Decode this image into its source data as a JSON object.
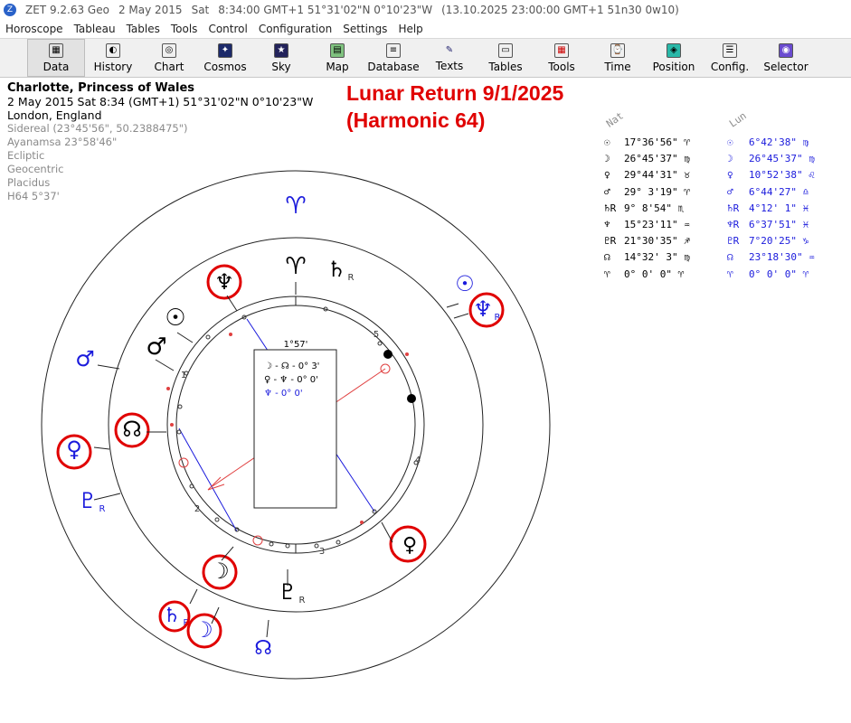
{
  "titlebar": {
    "app": "ZET 9.2.63 Geo",
    "date": "2 May 2015",
    "day": "Sat",
    "time_coords": "8:34:00 GMT+1 51°31'02\"N  0°10'23\"W",
    "extra": "(13.10.2025  23:00:00 GMT+1 51n30 0w10)"
  },
  "menu": [
    "Horoscope",
    "Tableau",
    "Tables",
    "Tools",
    "Control",
    "Configuration",
    "Settings",
    "Help"
  ],
  "toolbar": [
    {
      "label": "Data",
      "icon": "data-icon"
    },
    {
      "label": "History",
      "icon": "history-icon"
    },
    {
      "label": "Chart",
      "icon": "chart-icon"
    },
    {
      "label": "Cosmos",
      "icon": "cosmos-icon"
    },
    {
      "label": "Sky",
      "icon": "sky-icon"
    },
    {
      "label": "Map",
      "icon": "map-icon"
    },
    {
      "label": "Database",
      "icon": "database-icon"
    },
    {
      "label": "Texts",
      "icon": "texts-icon"
    },
    {
      "label": "Tables",
      "icon": "tables-icon"
    },
    {
      "label": "Tools",
      "icon": "tools-icon"
    },
    {
      "label": "Time",
      "icon": "time-icon"
    },
    {
      "label": "Position",
      "icon": "position-icon"
    },
    {
      "label": "Config.",
      "icon": "config-icon"
    },
    {
      "label": "Selector",
      "icon": "selector-icon"
    }
  ],
  "info": {
    "name": "Charlotte, Princess of Wales",
    "datetime": "2 May 2015  Sat   8:34 (GMT+1) 51°31'02\"N  0°10'23\"W",
    "place": "London, England",
    "sidereal": "Sidereal (23°45'56\", 50.2388475\")",
    "ayanamsa": "Ayanamsa 23°58'46\"",
    "ecliptic": "Ecliptic",
    "geocentric": "Geocentric",
    "placidus": "Placidus",
    "harmonic": "H64   5°37'"
  },
  "title": {
    "line1": "Lunar Return 9/1/2025",
    "line2": "(Harmonic 64)"
  },
  "table": {
    "header_nat": "Nat",
    "header_lun": "Lun",
    "rows": [
      {
        "glyph": "☉",
        "nat": "17°36'56\" ♈",
        "lun_glyph": "☉",
        "lun": "6°42'38\" ♍"
      },
      {
        "glyph": "☽",
        "nat": "26°45'37\" ♍",
        "lun_glyph": "☽",
        "lun": "26°45'37\" ♍"
      },
      {
        "glyph": "♀",
        "nat": "29°44'31\" ♉",
        "lun_glyph": "♀",
        "lun": "10°52'38\" ♌"
      },
      {
        "glyph": "♂",
        "nat": "29° 3'19\" ♈",
        "lun_glyph": "♂",
        "lun": "6°44'27\" ♎"
      },
      {
        "glyph": "♄R",
        "nat": "9° 8'54\" ♏",
        "lun_glyph": "♄R",
        "lun": "4°12' 1\" ♓"
      },
      {
        "glyph": "♆",
        "nat": "15°23'11\" ♒",
        "lun_glyph": "♆R",
        "lun": "6°37'51\" ♓"
      },
      {
        "glyph": "♇R",
        "nat": "21°30'35\" ♐",
        "lun_glyph": "♇R",
        "lun": "7°20'25\" ♑"
      },
      {
        "glyph": "☊",
        "nat": "14°32' 3\" ♍",
        "lun_glyph": "☊",
        "lun": "23°18'30\" ♒"
      },
      {
        "glyph": "♈",
        "nat": "0° 0' 0\" ♈",
        "lun_glyph": "♈",
        "lun": "0° 0' 0\" ♈"
      }
    ]
  },
  "wheel": {
    "aspect_box": {
      "angle": "1°57'",
      "lines": [
        "☽ - ☊ - 0° 3'",
        "♀ - ♆ - 0° 0'",
        "♆ - 0° 0'"
      ]
    },
    "house_numbers": [
      "1",
      "2",
      "3",
      "4",
      "5"
    ],
    "outer_glyphs": [
      {
        "g": "♈",
        "color": "#1a1adc",
        "name": "aries-outer-glyph"
      },
      {
        "g": "☉",
        "color": "#1a1adc",
        "name": "sun-outer-glyph"
      },
      {
        "g": "♆",
        "color": "#1a1adc",
        "name": "neptune-outer-glyph",
        "r": "R"
      },
      {
        "g": "♂",
        "color": "#1a1adc",
        "name": "mars-outer-glyph"
      },
      {
        "g": "♀",
        "color": "#1a1adc",
        "name": "venus-outer-glyph"
      },
      {
        "g": "♇",
        "color": "#1a1adc",
        "name": "pluto-outer-glyph",
        "r": "R"
      },
      {
        "g": "♄",
        "color": "#1a1adc",
        "name": "saturn-outer-glyph",
        "r": "R"
      },
      {
        "g": "☽",
        "color": "#1a1adc",
        "name": "moon-outer-glyph"
      },
      {
        "g": "☊",
        "color": "#1a1adc",
        "name": "node-outer-glyph"
      }
    ],
    "inner_glyphs": [
      {
        "g": "♈",
        "color": "#000",
        "name": "aries-inner-glyph"
      },
      {
        "g": "♄",
        "color": "#000",
        "name": "saturn-inner-glyph",
        "r": "R"
      },
      {
        "g": "♆",
        "color": "#000",
        "name": "neptune-inner-glyph"
      },
      {
        "g": "☉",
        "color": "#000",
        "name": "sun-inner-glyph"
      },
      {
        "g": "♂",
        "color": "#000",
        "name": "mars-inner-glyph"
      },
      {
        "g": "☊",
        "color": "#000",
        "name": "node-inner-glyph"
      },
      {
        "g": "☽",
        "color": "#000",
        "name": "moon-inner-glyph"
      },
      {
        "g": "♇",
        "color": "#000",
        "name": "pluto-inner-glyph",
        "r": "R"
      },
      {
        "g": "♀",
        "color": "#000",
        "name": "venus-inner-glyph"
      }
    ]
  },
  "colors": {
    "accent": "#e00000",
    "blue": "#1a1adc",
    "highlight_circle": "#e00000"
  }
}
